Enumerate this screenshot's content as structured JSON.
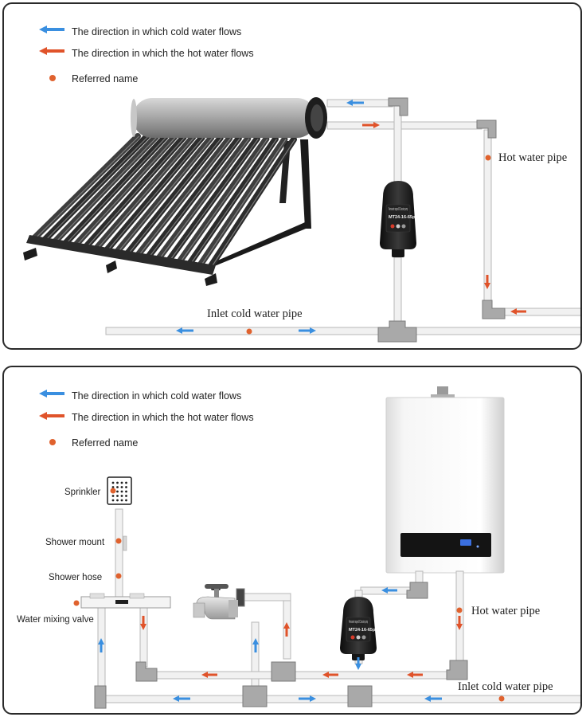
{
  "colors": {
    "cold_arrow": "#3a8fe0",
    "hot_arrow": "#e0532a",
    "marker_dot": "#e0622e",
    "pipe_fill": "#f1f1f1",
    "pipe_edge": "#b8b8b8",
    "fitting": "#a9a9a9"
  },
  "top_panel": {
    "legend": {
      "cold_flow": "The direction in which cold water flows",
      "hot_flow": "The direction in which the hot water flows",
      "referred_name": "Referred name"
    },
    "labels": {
      "hot_water_pipe": "Hot water pipe",
      "inlet_cold_water_pipe": "Inlet cold water pipe"
    },
    "pump_model": "MT24-16-65p",
    "pump_brand": "Permanent magnet DC booster pump",
    "icons": [
      "solar-water-heater-icon",
      "booster-pump-icon"
    ]
  },
  "bottom_panel": {
    "legend": {
      "cold_flow": "The direction in which cold water flows",
      "hot_flow": "The direction in which the hot water flows",
      "referred_name": "Referred name"
    },
    "labels": {
      "sprinkler": "Sprinkler",
      "shower_mount": "Shower mount",
      "shower_hose": "Shower hose",
      "water_mixing_valve": "Water mixing valve",
      "hot_water_pipe": "Hot water pipe",
      "inlet_cold_water_pipe": "Inlet cold water pipe"
    },
    "pump_model": "MT24-16-65p",
    "pump_brand": "Permanent magnet DC booster pump",
    "icons": [
      "gas-water-heater-icon",
      "faucet-icon",
      "shower-head-icon",
      "booster-pump-icon"
    ]
  }
}
